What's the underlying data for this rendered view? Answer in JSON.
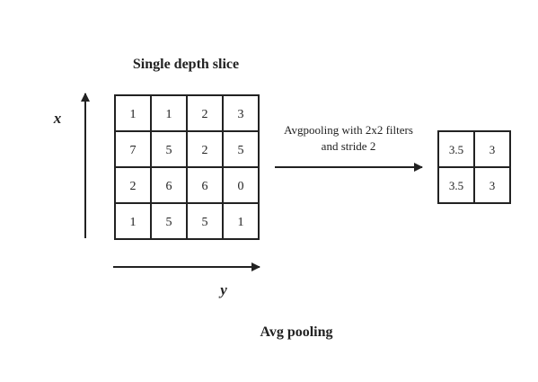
{
  "diagram": {
    "title": "Single depth slice",
    "caption": "Avg pooling",
    "x_axis_label": "x",
    "y_axis_label": "y",
    "operation_line1": "Avgpooling with 2x2 filters",
    "operation_line2": "and stride 2",
    "input_grid": [
      [
        "1",
        "1",
        "2",
        "3"
      ],
      [
        "7",
        "5",
        "2",
        "5"
      ],
      [
        "2",
        "6",
        "6",
        "0"
      ],
      [
        "1",
        "5",
        "5",
        "1"
      ]
    ],
    "output_grid": [
      [
        "3.5",
        "3"
      ],
      [
        "3.5",
        "3"
      ]
    ],
    "colors": {
      "line": "#222222",
      "text": "#222222",
      "background": "#ffffff"
    }
  }
}
